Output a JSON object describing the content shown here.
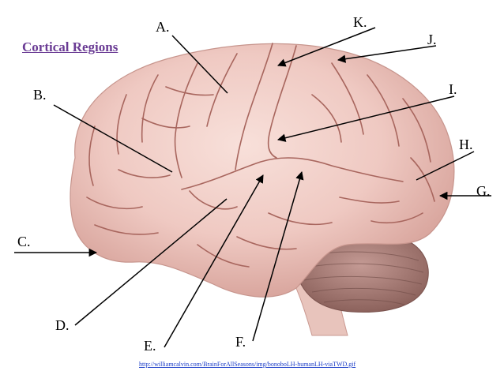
{
  "title": "Cortical Regions",
  "labels": {
    "a": "A.",
    "b": "B.",
    "c": "C.",
    "d": "D.",
    "e": "E.",
    "f": "F.",
    "g": "G.",
    "h": "H.",
    "i": "I.",
    "j": "J.",
    "k": "K."
  },
  "source_url": "http://williamcalvin.com/BrainForAllSeasons/img/bonoboLH-humanLH-viaTWD.gif",
  "colors": {
    "title": "#6a3b94",
    "brain": "#efc9c2",
    "sulcus": "#a8665e",
    "cerebellum": "#a87f79",
    "link": "#1a3cc8"
  }
}
